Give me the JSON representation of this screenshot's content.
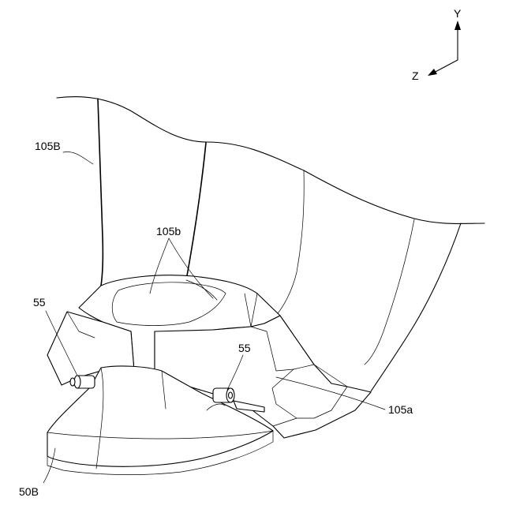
{
  "figure": {
    "labels": {
      "blade": "105B",
      "blade_edges": "105b",
      "fasteners_left": "55",
      "fasteners_right": "55",
      "blade_face": "105a",
      "base": "50B"
    },
    "axes": {
      "y": "Y",
      "z": "Z"
    }
  }
}
